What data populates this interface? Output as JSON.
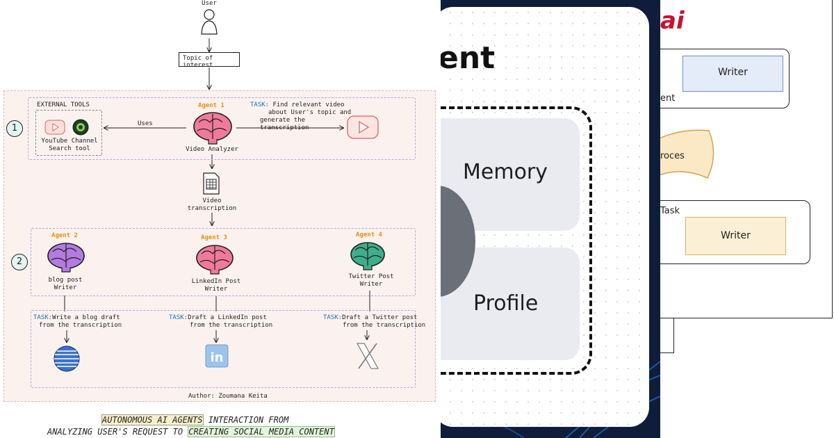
{
  "diagram": {
    "user_label": "User",
    "topic_label": "Topic of interest",
    "external_tools_label": "EXTERNAL TOOLS",
    "tool_name_line1": "YouTube Channel",
    "tool_name_line2": "Search tool",
    "uses_label": "Uses",
    "step1_number": "1",
    "step2_number": "2",
    "agent1": {
      "tag": "Agent 1",
      "name": "Video Analyzer"
    },
    "task1": {
      "keyword": "TASK:",
      "line1": "Find relevant video",
      "line2": "about User's topic and",
      "line3": "generate the transcription"
    },
    "transcription_line1": "Video",
    "transcription_line2": "transcription",
    "agent2": {
      "tag": "Agent 2",
      "name_line1": "blog post",
      "name_line2": "Writer"
    },
    "agent3": {
      "tag": "Agent 3",
      "name_line1": "LinkedIn Post",
      "name_line2": "Writer"
    },
    "agent4": {
      "tag": "Agent 4",
      "name_line1": "Twitter Post",
      "name_line2": "Writer"
    },
    "task2": {
      "keyword": "TASK:",
      "line1": "Write a blog draft",
      "line2": "from the transcription"
    },
    "task3": {
      "keyword": "TASK:",
      "line1": "Draft a LinkedIn post",
      "line2": "from the transcription"
    },
    "task4": {
      "keyword": "TASK:",
      "line1": "Draft a Twitter post",
      "line2": "from the transcription"
    },
    "author": "Author: Zoumana Keita",
    "caption_hl1": "AUTONOMOUS AI AGENTS",
    "caption_rest1": " INTERACTION FROM",
    "caption_pre2": "ANALYZING USER'S REQUEST TO ",
    "caption_hl2": "CREATING SOCIAL MEDIA CONTENT"
  },
  "panel_middle": {
    "heading_fragment": "ent",
    "memory_label": "Memory",
    "profile_label": "Profile"
  },
  "panel_right": {
    "logo_fragment": "ai",
    "writer_label_1": "Writer",
    "agent_fragment": "ent",
    "process_fragment": "roces",
    "task_fragment": "Task",
    "writer_label_2": "Writer"
  },
  "colors": {
    "agent_tag": "#e8900c",
    "task_keyword": "#1f6fb8",
    "brain_pink": "#f07a9a",
    "brain_purple": "#b47be0",
    "brain_teal": "#3fae8a",
    "panel_dark": "#0f1d3a",
    "logo_red": "#c8102e"
  },
  "icons": [
    "user-icon",
    "youtube-icon",
    "channel-icon",
    "brain-icon",
    "document-icon",
    "blog-globe-icon",
    "linkedin-icon",
    "x-twitter-icon"
  ]
}
